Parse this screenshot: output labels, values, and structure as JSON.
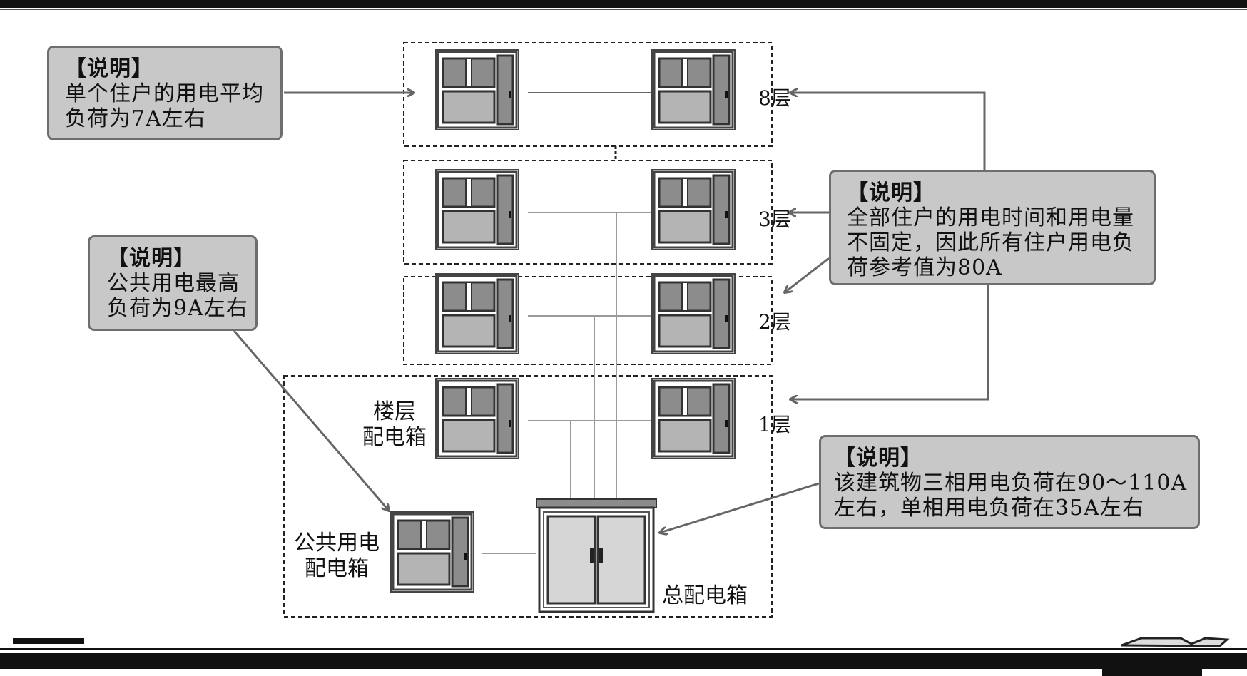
{
  "colors": {
    "note_bg": "#c8c8c8",
    "note_border": "#6e6e6e",
    "box_fill": "#8c8c8c",
    "panel_fill": "#b4b4b4",
    "cabinet_fill": "#d6d6d6",
    "wire": "#9a9a9a",
    "arrow": "#666666"
  },
  "floors": {
    "f8": "8层",
    "f3": "3层",
    "f2": "2层",
    "f1": "1层"
  },
  "labels": {
    "floor_box": [
      "楼层",
      "配电箱"
    ],
    "public_box": [
      "公共用电",
      "配电箱"
    ],
    "main_box": "总配电箱"
  },
  "notes": {
    "resident": {
      "head": "【说明】",
      "lines": [
        "单个住户的用电平均",
        "负荷为7A左右"
      ]
    },
    "public": {
      "head": "【说明】",
      "lines": [
        "公共用电最高",
        "负荷为9A左右"
      ]
    },
    "all_residents": {
      "head": "【说明】",
      "lines": [
        "全部住户的用电时间和用电量",
        "不固定，因此所有住户用电负",
        "荷参考值为80A"
      ]
    },
    "building": {
      "head": "【说明】",
      "lines": [
        "该建筑物三相用电负荷在90～110A",
        "左右，单相用电负荷在35A左右"
      ]
    }
  }
}
